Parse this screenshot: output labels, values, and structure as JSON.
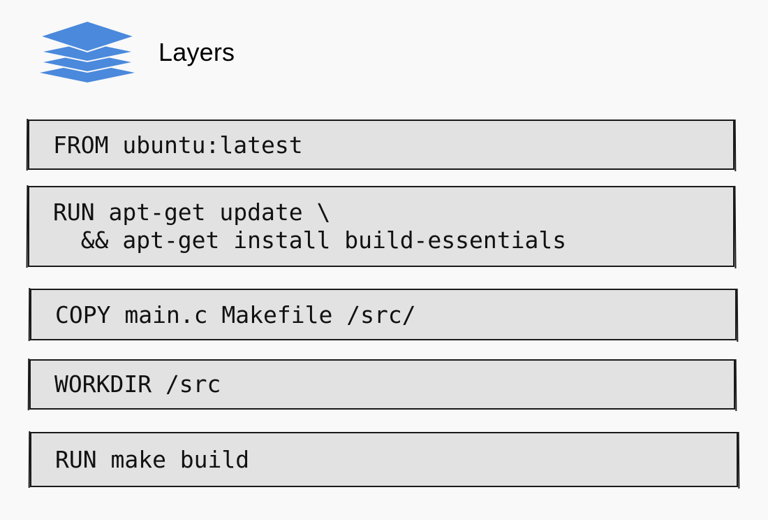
{
  "header": {
    "icon": "layers-icon",
    "title": "Layers",
    "icon_color": "#4a89dc"
  },
  "layers": [
    {
      "instruction": "FROM ubuntu:latest"
    },
    {
      "instruction": "RUN apt-get update \\\n  && apt-get install build-essentials"
    },
    {
      "instruction": "COPY main.c Makefile /src/"
    },
    {
      "instruction": "WORKDIR /src"
    },
    {
      "instruction": "RUN make build"
    }
  ],
  "colors": {
    "background": "#f9f9f9",
    "layer_fill": "#e2e2e2",
    "layer_stroke": "#1a1a1a",
    "icon": "#4a89dc"
  }
}
